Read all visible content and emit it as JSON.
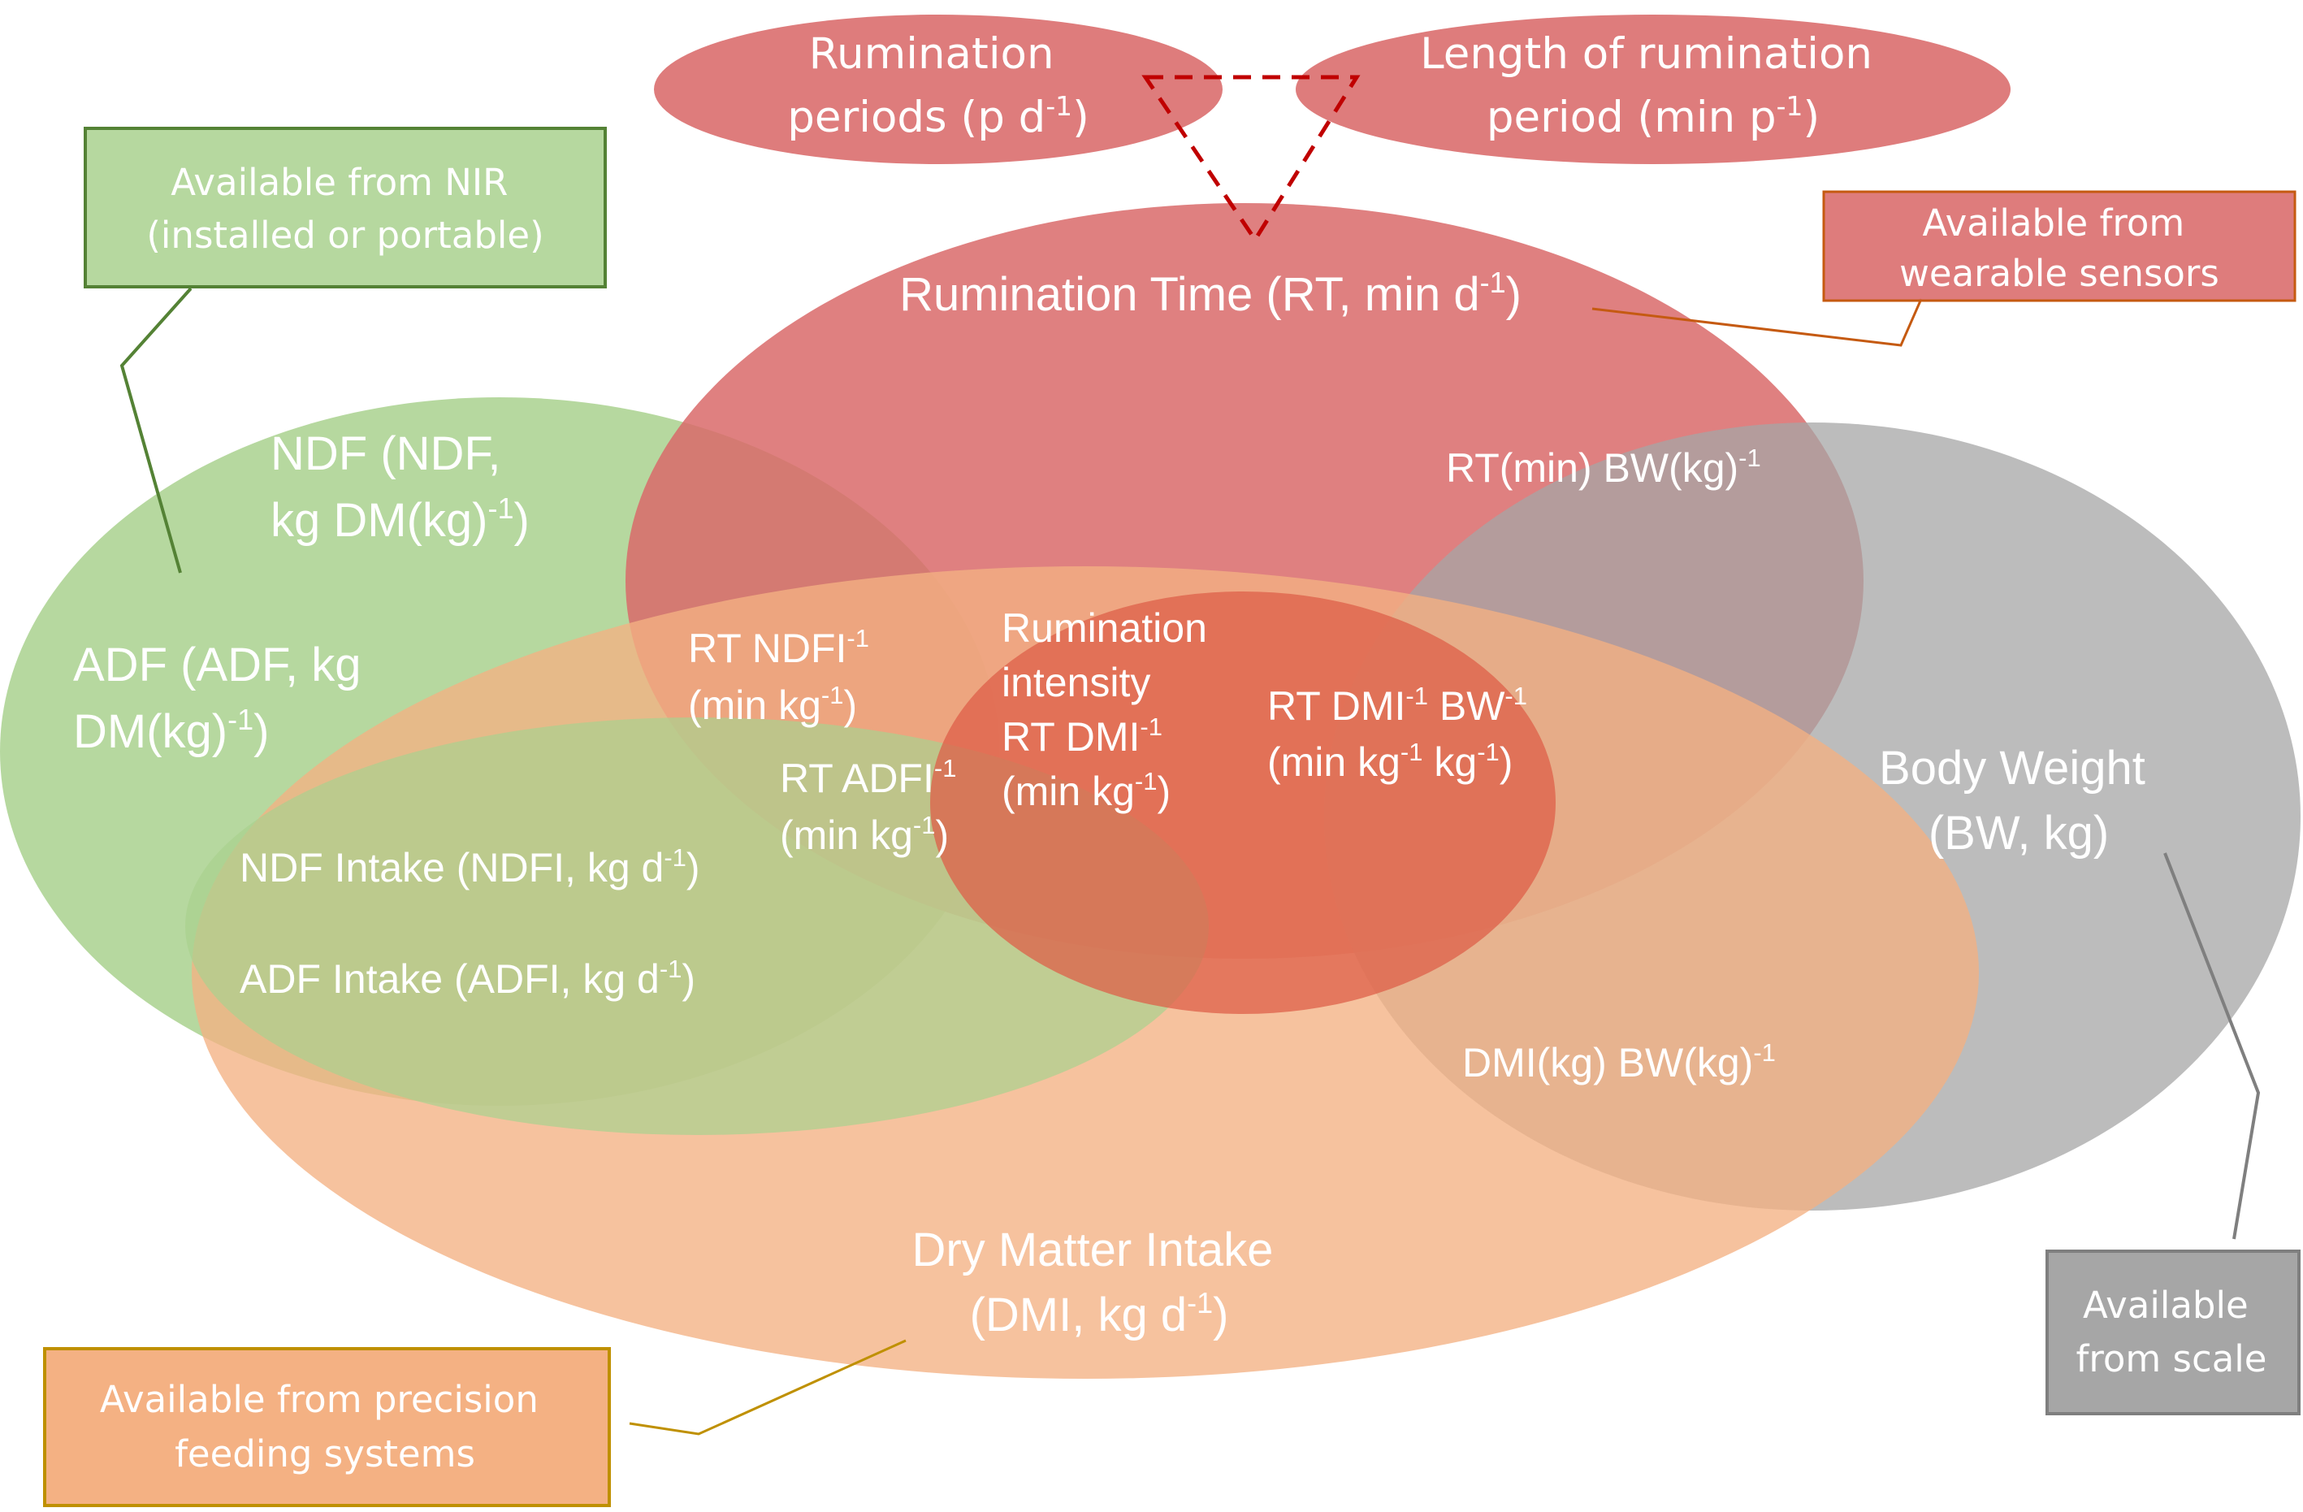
{
  "colors": {
    "ndf_green": "#A9D18E",
    "rumination_red": "#D96A6A",
    "body_weight_gray": "#A6A6A6",
    "dmi_orange": "#F4B183",
    "intensity_center": "#DD5F48",
    "dashed_line": "#C00000",
    "nir_box_border": "#548235",
    "sensors_box_border": "#C55A11",
    "precision_box_border": "#BF9000",
    "scale_box_fill": "#A6A6A6",
    "scale_box_border": "#7F7F7F",
    "connector_gray": "#7F7F7F"
  },
  "top": {
    "rumination_periods": {
      "line1": "Rumination",
      "line2_pre": "periods (p d",
      "line2_sup": "-1",
      "line2_post": ")"
    },
    "length_period": {
      "line1": "Length of rumination",
      "line2_pre": "period (min p",
      "line2_sup": "-1",
      "line2_post": ")"
    }
  },
  "sets": {
    "rumination_time": {
      "pre": "Rumination Time (RT, min d",
      "sup": "-1",
      "post": ")"
    },
    "ndf": {
      "line1": "NDF (NDF,",
      "line2_pre": "kg DM(kg)",
      "line2_sup": "-1",
      "line2_post": ")"
    },
    "adf": {
      "line1": "ADF (ADF, kg",
      "line2_pre": "DM(kg)",
      "line2_sup": "-1",
      "line2_post": ")"
    },
    "body_weight": {
      "line1": "Body Weight",
      "line2": "(BW, kg)"
    },
    "dmi": {
      "line1": "Dry Matter Intake",
      "line2_pre": "(DMI, kg d",
      "line2_sup": "-1",
      "line2_post": ")"
    }
  },
  "intersections": {
    "rt_bw": {
      "a": "RT(min) BW(kg)",
      "sup": "-1"
    },
    "rt_ndfi": {
      "line1_pre": "RT NDFI",
      "line1_sup": "-1",
      "line2_pre": "(min kg",
      "line2_sup": "-1",
      "line2_post": ")"
    },
    "rt_adfi": {
      "line1_pre": "RT ADFI",
      "line1_sup": "-1",
      "line2_pre": "(min kg",
      "line2_sup": "-1",
      "line2_post": ")"
    },
    "rumination_intensity": {
      "line1": "Rumination",
      "line2": "intensity",
      "line3_pre": "RT DMI",
      "line3_sup": "-1",
      "line4_pre": "(min kg",
      "line4_sup": "-1",
      "line4_post": ")"
    },
    "rt_dmi_bw": {
      "line1_a": "RT DMI",
      "line1_sup1": "-1",
      "line1_b": " BW",
      "line1_sup2": "-1",
      "line2_a": "(min kg",
      "line2_sup1": "-1",
      "line2_b": " kg",
      "line2_sup2": "-1",
      "line2_post": ")"
    },
    "ndf_intake": {
      "pre": "NDF Intake (NDFI, kg d",
      "sup": "-1",
      "post": ")"
    },
    "adf_intake": {
      "pre": "ADF Intake (ADFI, kg d",
      "sup": "-1",
      "post": ")"
    },
    "dmi_bw": {
      "a": "DMI(kg) BW(kg)",
      "sup": "-1"
    }
  },
  "sources": {
    "nir": {
      "line1": "Available from NIR",
      "line2": "(installed or portable)"
    },
    "wearable": {
      "line1": "Available from",
      "line2": "wearable sensors"
    },
    "precision": {
      "line1": "Available from precision",
      "line2": "feeding systems"
    },
    "scale": {
      "line1": "Available",
      "line2": "from scale"
    }
  }
}
